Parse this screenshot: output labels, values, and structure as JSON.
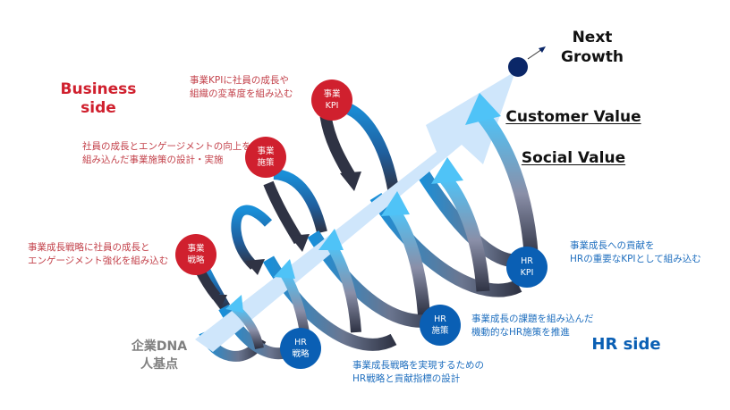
{
  "colors": {
    "business_red": "#d0202e",
    "hr_blue": "#0a5fb4",
    "main_arrow_light_blue": "#cfe6fb",
    "target_dot_navy": "#0b2768",
    "ribbon_dark": "#2f3344",
    "ribbon_blue": "#1a8fd8",
    "ribbon_cyan": "#4fc3f7"
  },
  "business": {
    "title": "Business\nside",
    "nodes": [
      {
        "id": "strategy",
        "label": "事業\n戦略",
        "description": "事業成長戦略に社員の成長と\nエンゲージメント強化を組み込む"
      },
      {
        "id": "initiative",
        "label": "事業\n施策",
        "description": "社員の成長とエンゲージメントの向上を\n組み込んだ事業施策の設計・実施"
      },
      {
        "id": "kpi",
        "label": "事業\nKPI",
        "description": "事業KPIに社員の成長や\n組織の変革度を組み込む"
      }
    ]
  },
  "hr": {
    "title": "HR side",
    "nodes": [
      {
        "id": "strategy",
        "label": "HR\n戦略",
        "description": "事業成長戦略を実現するための\nHR戦略と貢献指標の設計"
      },
      {
        "id": "initiative",
        "label": "HR\n施策",
        "description": "事業成長の課題を組み込んだ\n機動的なHR施策を推進"
      },
      {
        "id": "kpi",
        "label": "HR\nKPI",
        "description": "事業成長への貢献を\nHRの重要なKPIとして組み込む"
      }
    ]
  },
  "origin": {
    "label": "企業DNA\n人基点"
  },
  "goal": {
    "next_growth": "Next\nGrowth",
    "values": [
      "Customer Value",
      "Social Value"
    ]
  },
  "icons": {
    "main_arrow": "growth-arrow-icon",
    "target_dot": "target-dot-icon",
    "small_arrow": "next-growth-arrow-icon"
  }
}
